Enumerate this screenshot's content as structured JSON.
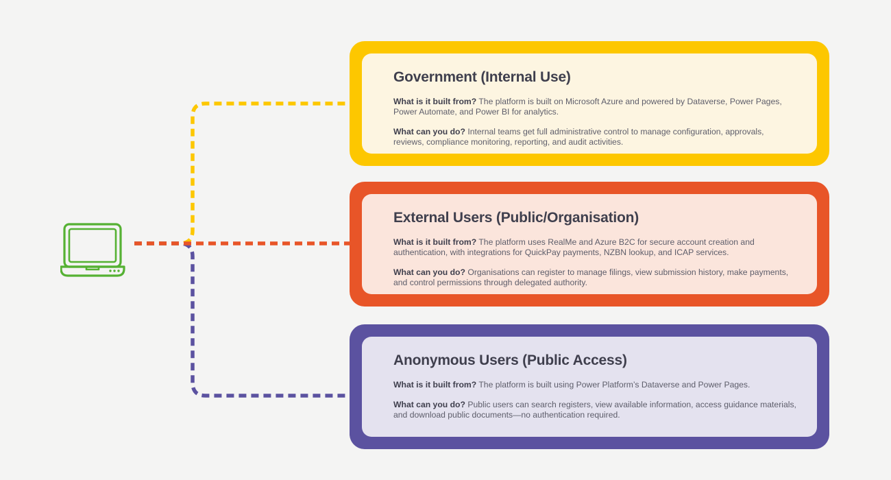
{
  "page": {
    "background_color": "#f4f4f3",
    "source_icon_name": "laptop-icon"
  },
  "palette": {
    "yellow": "#fdc700",
    "yellow_inner": "#fdf5e1",
    "orange": "#e85528",
    "orange_inner": "#fbe5dc",
    "purple": "#5b52a0",
    "purple_inner": "#e4e2ef",
    "green": "#55b133",
    "title_text": "#3f3f4d",
    "body_text": "#5d5d6a"
  },
  "labels": {
    "built_from": "What is it built from?",
    "can_you_do": "What can you do?"
  },
  "cards": [
    {
      "id": "government",
      "title": "Government (Internal Use)",
      "built_from": " The platform is built on Microsoft Azure and powered by Dataverse, Power Pages, Power Automate, and Power BI for analytics.",
      "can_you_do": " Internal teams get full administrative control to manage configuration, approvals, reviews, compliance monitoring, reporting, and audit activities.",
      "border_color": "#fdc700",
      "fill_color": "#fdf5e1",
      "connector_color": "#fdc700"
    },
    {
      "id": "external",
      "title": "External Users (Public/Organisation)",
      "built_from": " The platform uses RealMe and Azure B2C for secure account creation and authentication, with integrations for QuickPay payments, NZBN lookup, and ICAP services.",
      "can_you_do": " Organisations can register to manage filings, view submission history, make payments, and control permissions through delegated authority.",
      "border_color": "#e85528",
      "fill_color": "#fbe5dc",
      "connector_color": "#e85528"
    },
    {
      "id": "anonymous",
      "title": "Anonymous Users (Public Access)",
      "built_from": " The platform is built using Power Platform’s Dataverse and Power Pages.",
      "can_you_do": " Public users can search registers, view available information, access guidance materials, and download public documents—no authentication required.",
      "border_color": "#5b52a0",
      "fill_color": "#e4e2ef",
      "connector_color": "#5b52a0"
    }
  ]
}
